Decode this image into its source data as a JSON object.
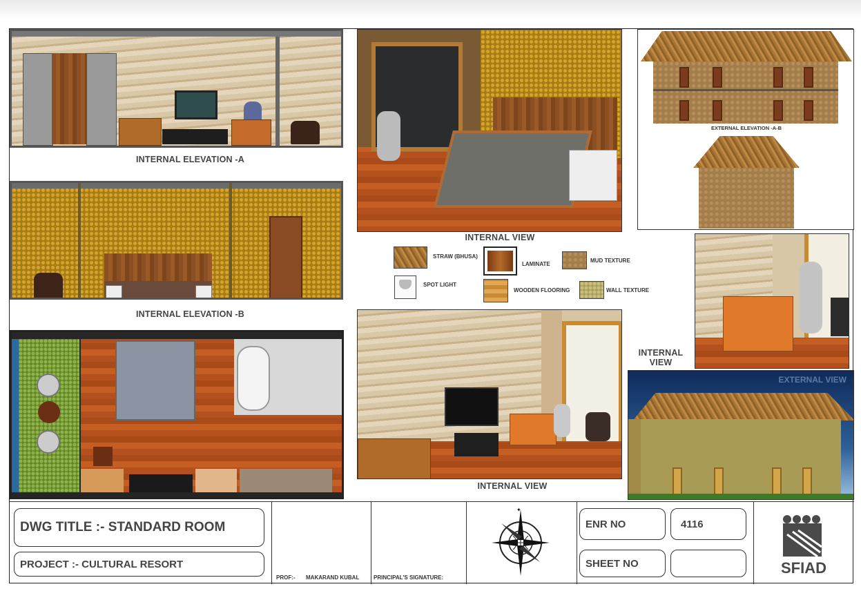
{
  "captions": {
    "elevation_a": "INTERNAL ELEVATION -A",
    "elevation_b": "INTERNAL ELEVATION -B",
    "internal_view_1": "INTERNAL VIEW",
    "internal_view_2": "INTERNAL VIEW",
    "internal_view_3": "INTERNAL VIEW",
    "external_elevation": "EXTERNAL ELEVATION -A-B",
    "external_view": "EXTERNAL VIEW"
  },
  "legend": [
    {
      "label": "STRAW (BHUSA)"
    },
    {
      "label": "LAMINATE"
    },
    {
      "label": "MUD TEXTURE"
    },
    {
      "label": "SPOT LIGHT"
    },
    {
      "label": "WOODEN FLOORING"
    },
    {
      "label": "WALL TEXTURE"
    }
  ],
  "title_block": {
    "dwg_title": "DWG TITLE :- STANDARD ROOM",
    "project": "PROJECT :-  CULTURAL RESORT",
    "prof_label": "PROF:-",
    "prof_name": "MAKARAND KUBAL",
    "principal_signature": "PRINCIPAL'S SIGNATURE:",
    "enr_label": "ENR NO",
    "enr_value": "4116",
    "sheet_label": "SHEET NO",
    "sheet_value": "",
    "logo_text": "SFIAD"
  }
}
